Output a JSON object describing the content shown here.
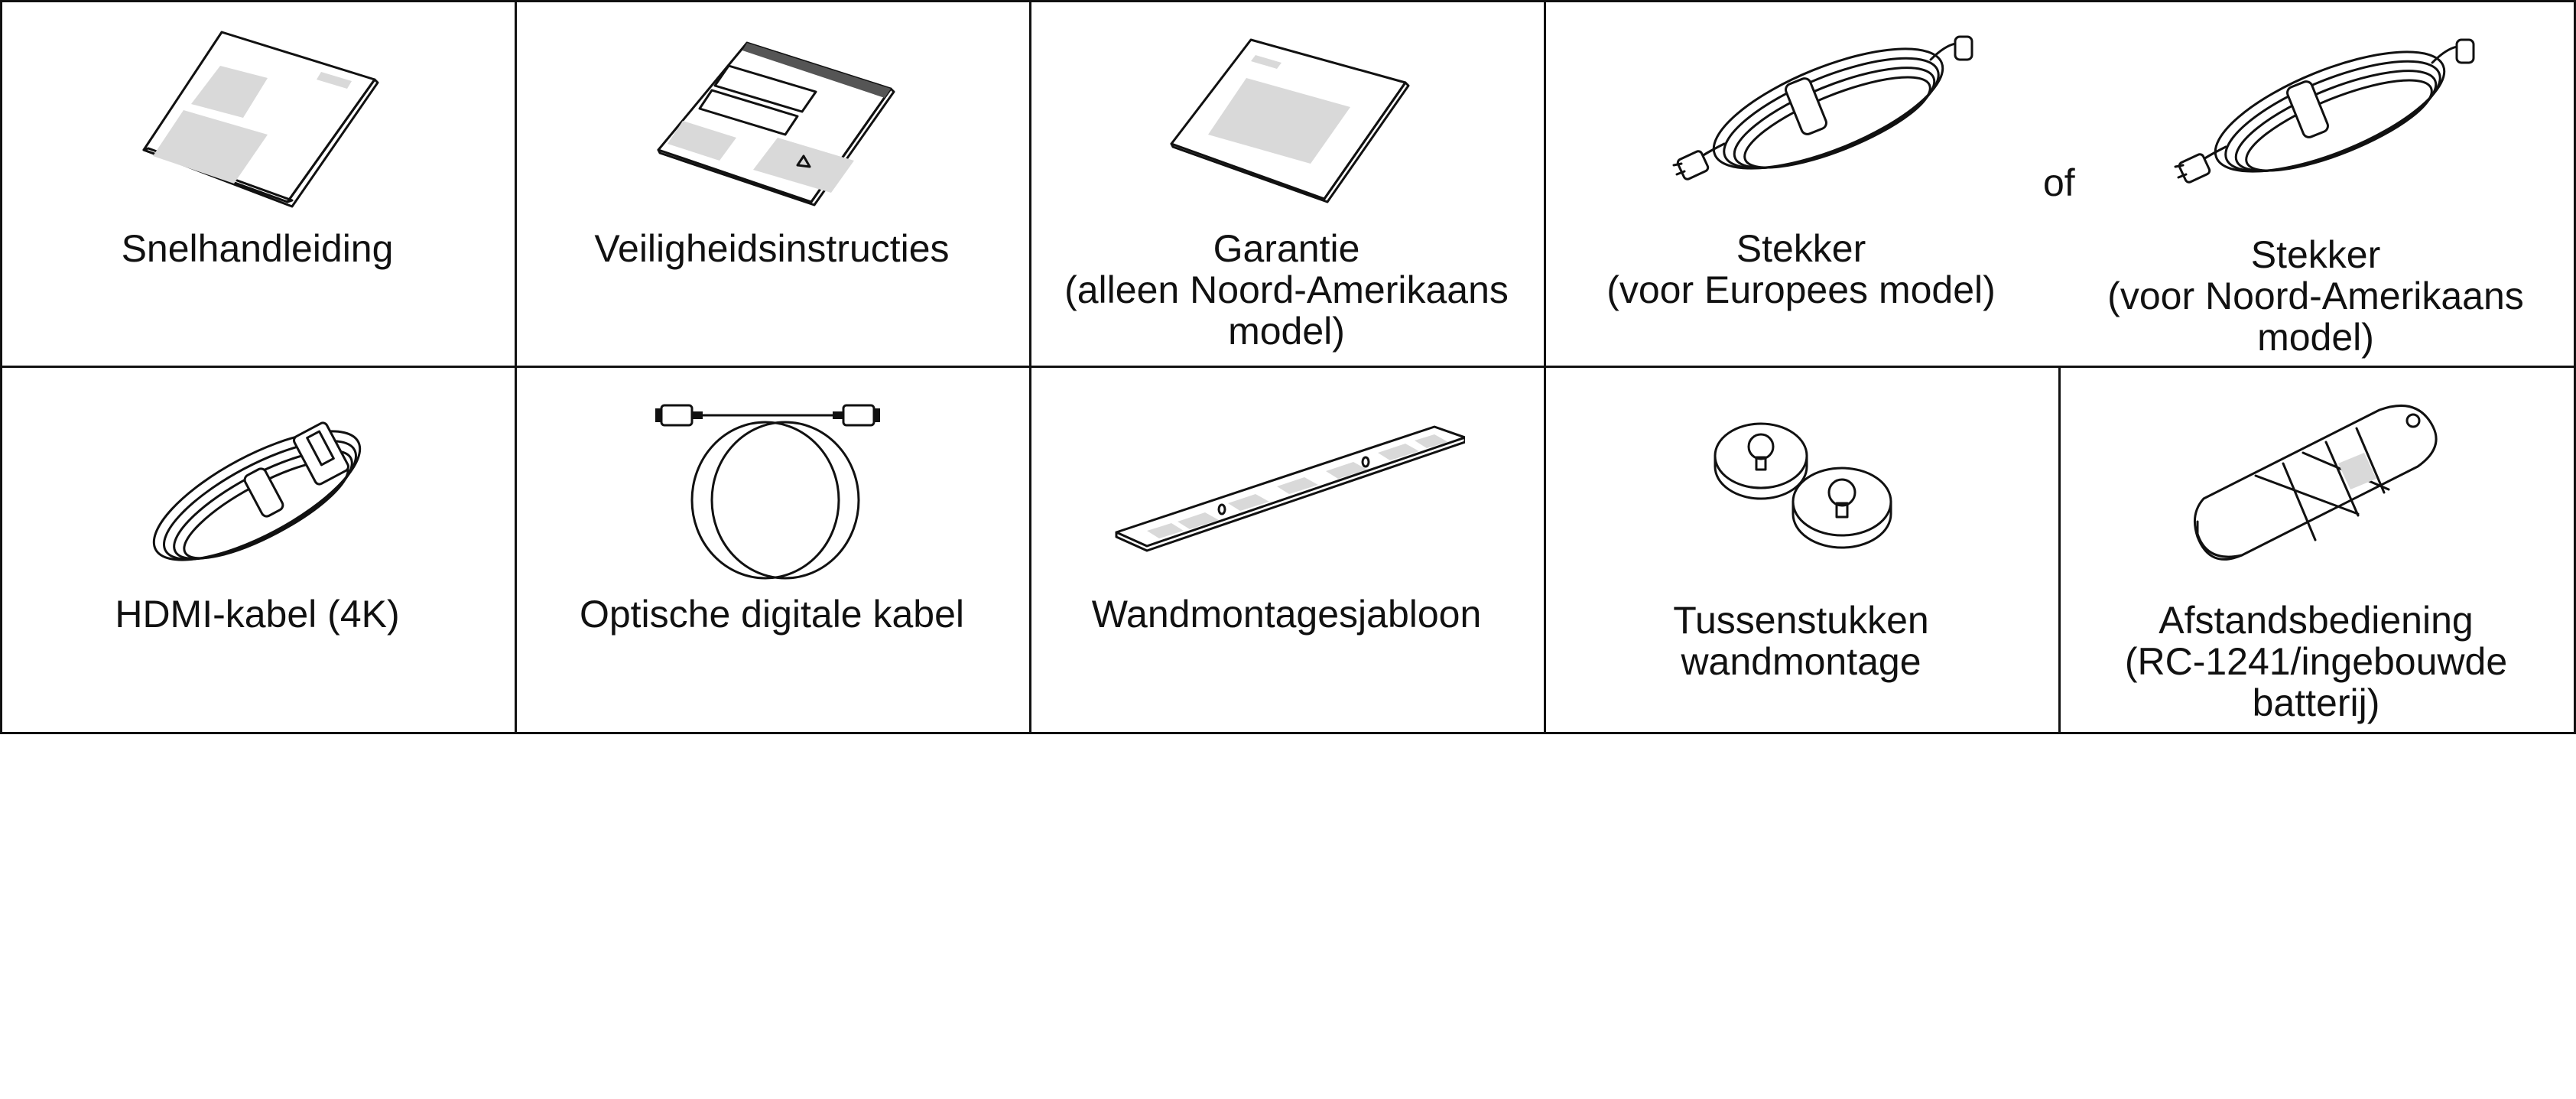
{
  "row1": [
    {
      "lines": [
        "Snelhandleiding"
      ],
      "icon": "booklet-icon"
    },
    {
      "lines": [
        "Veiligheidsinstructies"
      ],
      "icon": "safety-sheet-icon"
    },
    {
      "lines": [
        "Garantie",
        "(alleen Noord-Amerikaans",
        "model)"
      ],
      "icon": "warranty-sheet-icon"
    },
    {
      "lines": [
        "Stekker",
        "(voor Europees model)"
      ],
      "icon": "power-cord-icon"
    },
    {
      "lines": [
        "Stekker",
        "(voor Noord-Amerikaans",
        "model)"
      ],
      "icon": "power-cord-icon"
    }
  ],
  "or_word": "of",
  "row2": [
    {
      "lines": [
        "HDMI-kabel (4K)"
      ],
      "icon": "hdmi-cable-icon"
    },
    {
      "lines": [
        "Optische digitale kabel"
      ],
      "icon": "optical-cable-icon"
    },
    {
      "lines": [
        "Wandmontagesjabloon"
      ],
      "icon": "wall-template-icon"
    },
    {
      "lines": [
        "Tussenstukken",
        "wandmontage"
      ],
      "icon": "spacers-icon"
    },
    {
      "lines": [
        "Afstandsbediening",
        "(RC-1241/ingebouwde",
        "batterij)"
      ],
      "icon": "remote-control-icon"
    }
  ]
}
